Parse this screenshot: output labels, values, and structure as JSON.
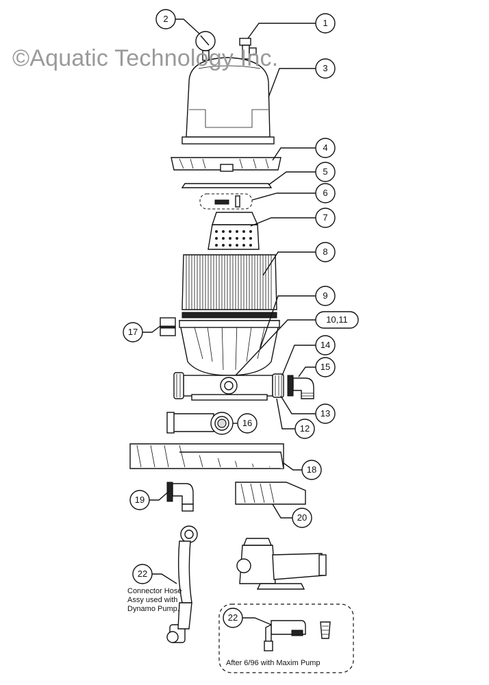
{
  "watermark": "©Aquatic Technology Inc.",
  "callouts": [
    "1",
    "2",
    "3",
    "4",
    "5",
    "6",
    "7",
    "8",
    "9",
    "10,11",
    "14",
    "15",
    "17",
    "13",
    "12",
    "16",
    "18",
    "19",
    "20",
    "22",
    "22"
  ],
  "notes": {
    "connector_hose": "Connector Hose Assy used with Dynamo Pump.",
    "maxim": "After 6/96 with Maxim Pump"
  }
}
